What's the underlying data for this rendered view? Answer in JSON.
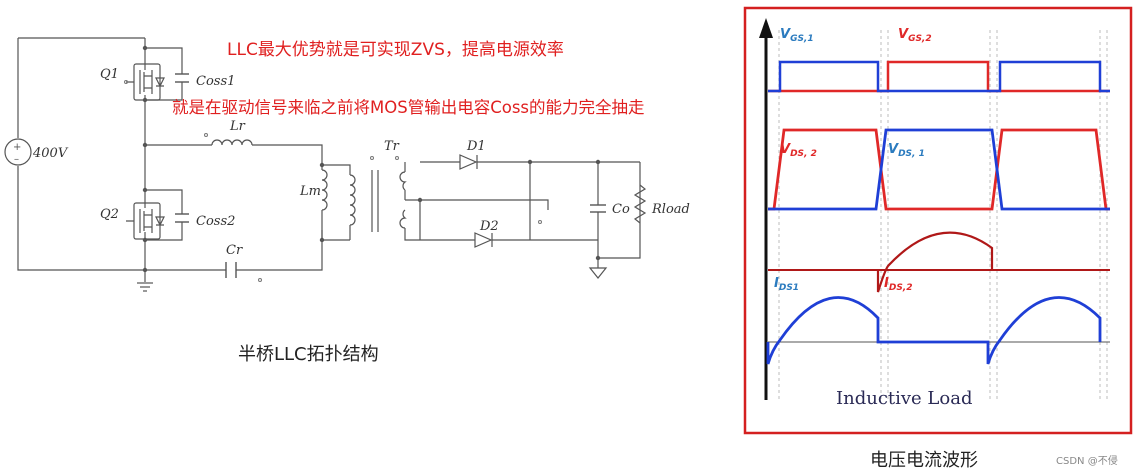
{
  "notes": {
    "line1": "LLC最大优势就是可实现ZVS，提高电源效率",
    "line2": "就是在驱动信号来临之前将MOS管输出电容Coss的能力完全抽走"
  },
  "circuit": {
    "caption": "半桥LLC拓扑结构",
    "labels": {
      "source": "400V",
      "q1": "Q1",
      "coss1": "Coss1",
      "q2": "Q2",
      "coss2": "Coss2",
      "lr": "Lr",
      "cr": "Cr",
      "lm": "Lm",
      "tr": "Tr",
      "d1": "D1",
      "d2": "D2",
      "co": "Co",
      "rload": "Rload"
    }
  },
  "waveforms": {
    "caption": "电压电流波形",
    "inner_label": "Inductive Load",
    "labels": {
      "vgs1_main": "V",
      "vgs1_sub": "GS,1",
      "vgs2_main": "V",
      "vgs2_sub": "GS,2",
      "vds2_main": "V",
      "vds2_sub": "DS, 2",
      "vds1_main": "V",
      "vds1_sub": "DS, 1",
      "ids1_main": "I",
      "ids1_sub": "DS1",
      "ids2_main": "I",
      "ids2_sub": "DS,2"
    },
    "colors": {
      "blue": "#1f3fd6",
      "red": "#e02828",
      "dark_red": "#b01818",
      "label_blue": "#2b7bbf",
      "frame": "#d42020"
    }
  },
  "watermark": "CSDN @不侵"
}
